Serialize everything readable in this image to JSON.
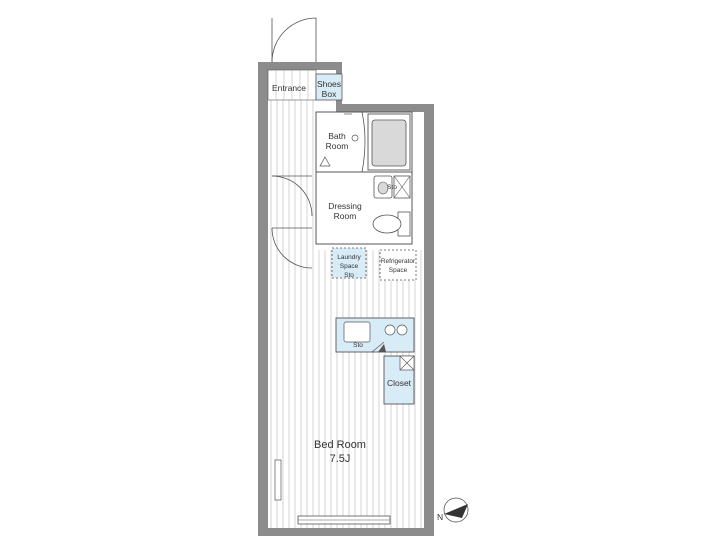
{
  "labels": {
    "entrance": "Entrance",
    "shoes_box": [
      "Shoes",
      "Box"
    ],
    "bath_room": [
      "Bath",
      "Room"
    ],
    "dressing_room": [
      "Dressing",
      "Room"
    ],
    "laundry_space": [
      "Laundry",
      "Space"
    ],
    "refrigerator_space": [
      "Refrigerator",
      "Space"
    ],
    "closet": "Closet",
    "bed_room": "Bed Room",
    "bed_room_size": "7.5J",
    "storage_tag": "Sto",
    "compass_letter": "N"
  },
  "colors": {
    "wall": "#8c8c8c",
    "floor_stripe": "#c9c9c9",
    "accent_blue": "#d8ecf7",
    "line": "#555555",
    "fixture": "#d9d9d9"
  }
}
